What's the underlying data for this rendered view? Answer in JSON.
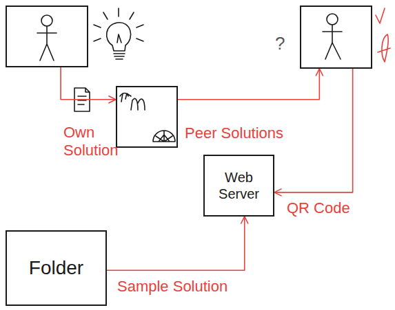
{
  "diagram": {
    "nodes": [
      {
        "text": []
      },
      {
        "text": []
      },
      {
        "text": []
      },
      {
        "text": [
          "Web Server"
        ]
      },
      {
        "text": [
          "Folder"
        ]
      }
    ],
    "edges": [
      {
        "from": 0,
        "to": 2,
        "arrow": "to",
        "label": "Own Solution"
      },
      {
        "from": 2,
        "to": 1,
        "arrow": "to",
        "label": "Peer Solutions"
      },
      {
        "from": 1,
        "to": 3,
        "arrow": "to",
        "label": "QR Code"
      },
      {
        "from": 4,
        "to": 3,
        "arrow": "to",
        "label": "Sample Solution"
      }
    ],
    "labels": [
      "?"
    ]
  }
}
